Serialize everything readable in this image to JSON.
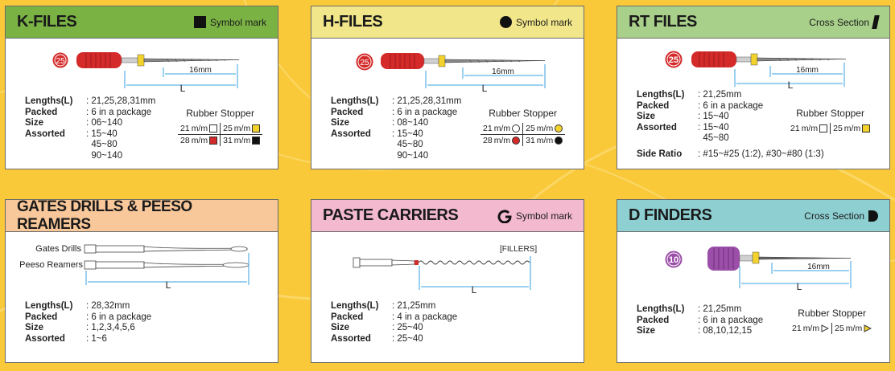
{
  "colors": {
    "background": "#f9c93a",
    "kfiles_header": "#7ab344",
    "hfiles_header": "#f1e68a",
    "rtfiles_header": "#a8d08a",
    "gates_header": "#f8c79a",
    "paste_header": "#f3b9cf",
    "dfinders_header": "#8ecfd2",
    "handle_red": "#d42a2a",
    "handle_purple": "#9b4fa8",
    "stopper_yellow": "#f3d22b",
    "dimension_blue": "#3aa0e0"
  },
  "cards": {
    "kfiles": {
      "title": "K-FILES",
      "mark_label": "Symbol mark",
      "mark_icon": "square-icon",
      "badge": "25",
      "dim_16": "16mm",
      "dim_l": "L",
      "specs": [
        {
          "label": "Lengths(L)",
          "value": ": 21,25,28,31mm"
        },
        {
          "label": "Packed",
          "value": ": 6 in a package"
        },
        {
          "label": "Size",
          "value": ": 06~140"
        },
        {
          "label": "Assorted",
          "value": ": 15~40"
        }
      ],
      "assorted_extra": [
        "45~80",
        "90~140"
      ],
      "stopper_title": "Rubber Stopper",
      "stoppers": [
        "21",
        "25",
        "28",
        "31"
      ],
      "unit": "m/m"
    },
    "hfiles": {
      "title": "H-FILES",
      "mark_label": "Symbol mark",
      "mark_icon": "circle-icon",
      "badge": "25",
      "dim_16": "16mm",
      "dim_l": "L",
      "specs": [
        {
          "label": "Lengths(L)",
          "value": ": 21,25,28,31mm"
        },
        {
          "label": "Packed",
          "value": ": 6 in a package"
        },
        {
          "label": "Size",
          "value": ": 08~140"
        },
        {
          "label": "Assorted",
          "value": ": 15~40"
        }
      ],
      "assorted_extra": [
        "45~80",
        "90~140"
      ],
      "stopper_title": "Rubber Stopper",
      "stoppers": [
        "21",
        "25",
        "28",
        "31"
      ],
      "unit": "m/m"
    },
    "rtfiles": {
      "title": "RT FILES",
      "mark_label": "Cross Section",
      "mark_icon": "slanted-bar-icon",
      "badge": "25",
      "dim_16": "16mm",
      "dim_l": "L",
      "specs": [
        {
          "label": "Lengths(L)",
          "value": ": 21,25mm"
        },
        {
          "label": "Packed",
          "value": ": 6 in a package"
        },
        {
          "label": "Size",
          "value": ": 15~40"
        },
        {
          "label": "Assorted",
          "value": ": 15~40"
        }
      ],
      "assorted_extra": [
        "45~80"
      ],
      "side_ratio_label": "Side Ratio",
      "side_ratio_value": ": #15~#25 (1:2), #30~#80 (1:3)",
      "stopper_title": "Rubber Stopper",
      "stoppers": [
        "21",
        "25"
      ],
      "unit": "m/m"
    },
    "gates": {
      "title": "GATES DRILLS & PEESO REAMERS",
      "label_gates": "Gates Drills",
      "label_peeso": "Peeso Reamers",
      "dim_l": "L",
      "specs": [
        {
          "label": "Lengths(L)",
          "value": ": 28,32mm"
        },
        {
          "label": "Packed",
          "value": ": 6 in a package"
        },
        {
          "label": "Size",
          "value": ": 1,2,3,4,5,6"
        },
        {
          "label": "Assorted",
          "value": ": 1~6"
        }
      ]
    },
    "paste": {
      "title": "PASTE CARRIERS",
      "mark_label": "Symbol mark",
      "mark_icon": "spiral-g-icon",
      "fillers": "[FILLERS]",
      "dim_l": "L",
      "specs": [
        {
          "label": "Lengths(L)",
          "value": ": 21,25mm"
        },
        {
          "label": "Packed",
          "value": ": 4 in a package"
        },
        {
          "label": "Size",
          "value": ": 25~40"
        },
        {
          "label": "Assorted",
          "value": ": 25~40"
        }
      ]
    },
    "dfinders": {
      "title": "D FINDERS",
      "mark_label": "Cross Section",
      "mark_icon": "d-shape-icon",
      "badge": "10",
      "dim_16": "16mm",
      "dim_l": "L",
      "specs": [
        {
          "label": "Lengths(L)",
          "value": ": 21,25mm"
        },
        {
          "label": "Packed",
          "value": ": 6 in a package"
        },
        {
          "label": "Size",
          "value": ": 08,10,12,15"
        }
      ],
      "stopper_title": "Rubber Stopper",
      "stoppers": [
        "21",
        "25"
      ],
      "unit": "m/m"
    }
  }
}
